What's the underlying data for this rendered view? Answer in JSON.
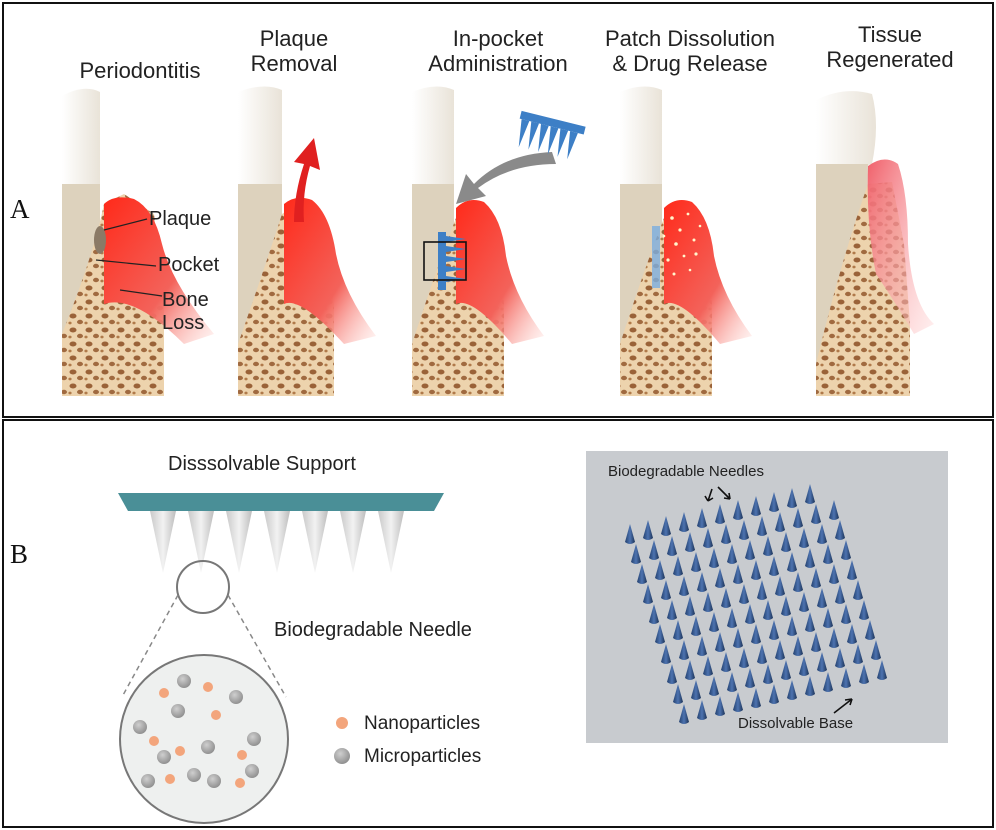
{
  "panel_a": {
    "letter": "A",
    "steps": [
      {
        "title_line1": "Periodontitis",
        "title_line2": ""
      },
      {
        "title_line1": "Plaque",
        "title_line2": "Removal"
      },
      {
        "title_line1": "In-pocket",
        "title_line2": "Administration"
      },
      {
        "title_line1": "Patch Dissolution",
        "title_line2": "& Drug Release"
      },
      {
        "title_line1": "Tissue",
        "title_line2": "Regenerated"
      }
    ],
    "annotations": {
      "plaque": "Plaque",
      "pocket": "Pocket",
      "bone_line1": "Bone",
      "bone_line2": "Loss"
    }
  },
  "panel_b": {
    "letter": "B",
    "support_label": "Disssolvable Support",
    "needle_label": "Biodegradable Needle",
    "legend": {
      "nano": "Nanoparticles",
      "micro": "Microparticles"
    },
    "photo": {
      "needles_label": "Biodegradable Needles",
      "base_label": "Dissolvable Base"
    }
  },
  "colors": {
    "gum": "#e8483a",
    "gum_light": "#f7b4ad",
    "tooth": "#f4efe6",
    "root": "#e0d6c2",
    "bone": "#e6c79d",
    "bone_pore": "#8a5a35",
    "patch": "#3d7fc6",
    "arrow_red": "#e02020",
    "arrow_gray": "#8a8a8a",
    "support": "#4a8f97",
    "nano": "#f3a57c",
    "micro": "#9a9a9a",
    "photo_bg": "#c9ccd0",
    "photo_needle": "#2f4f8f"
  }
}
